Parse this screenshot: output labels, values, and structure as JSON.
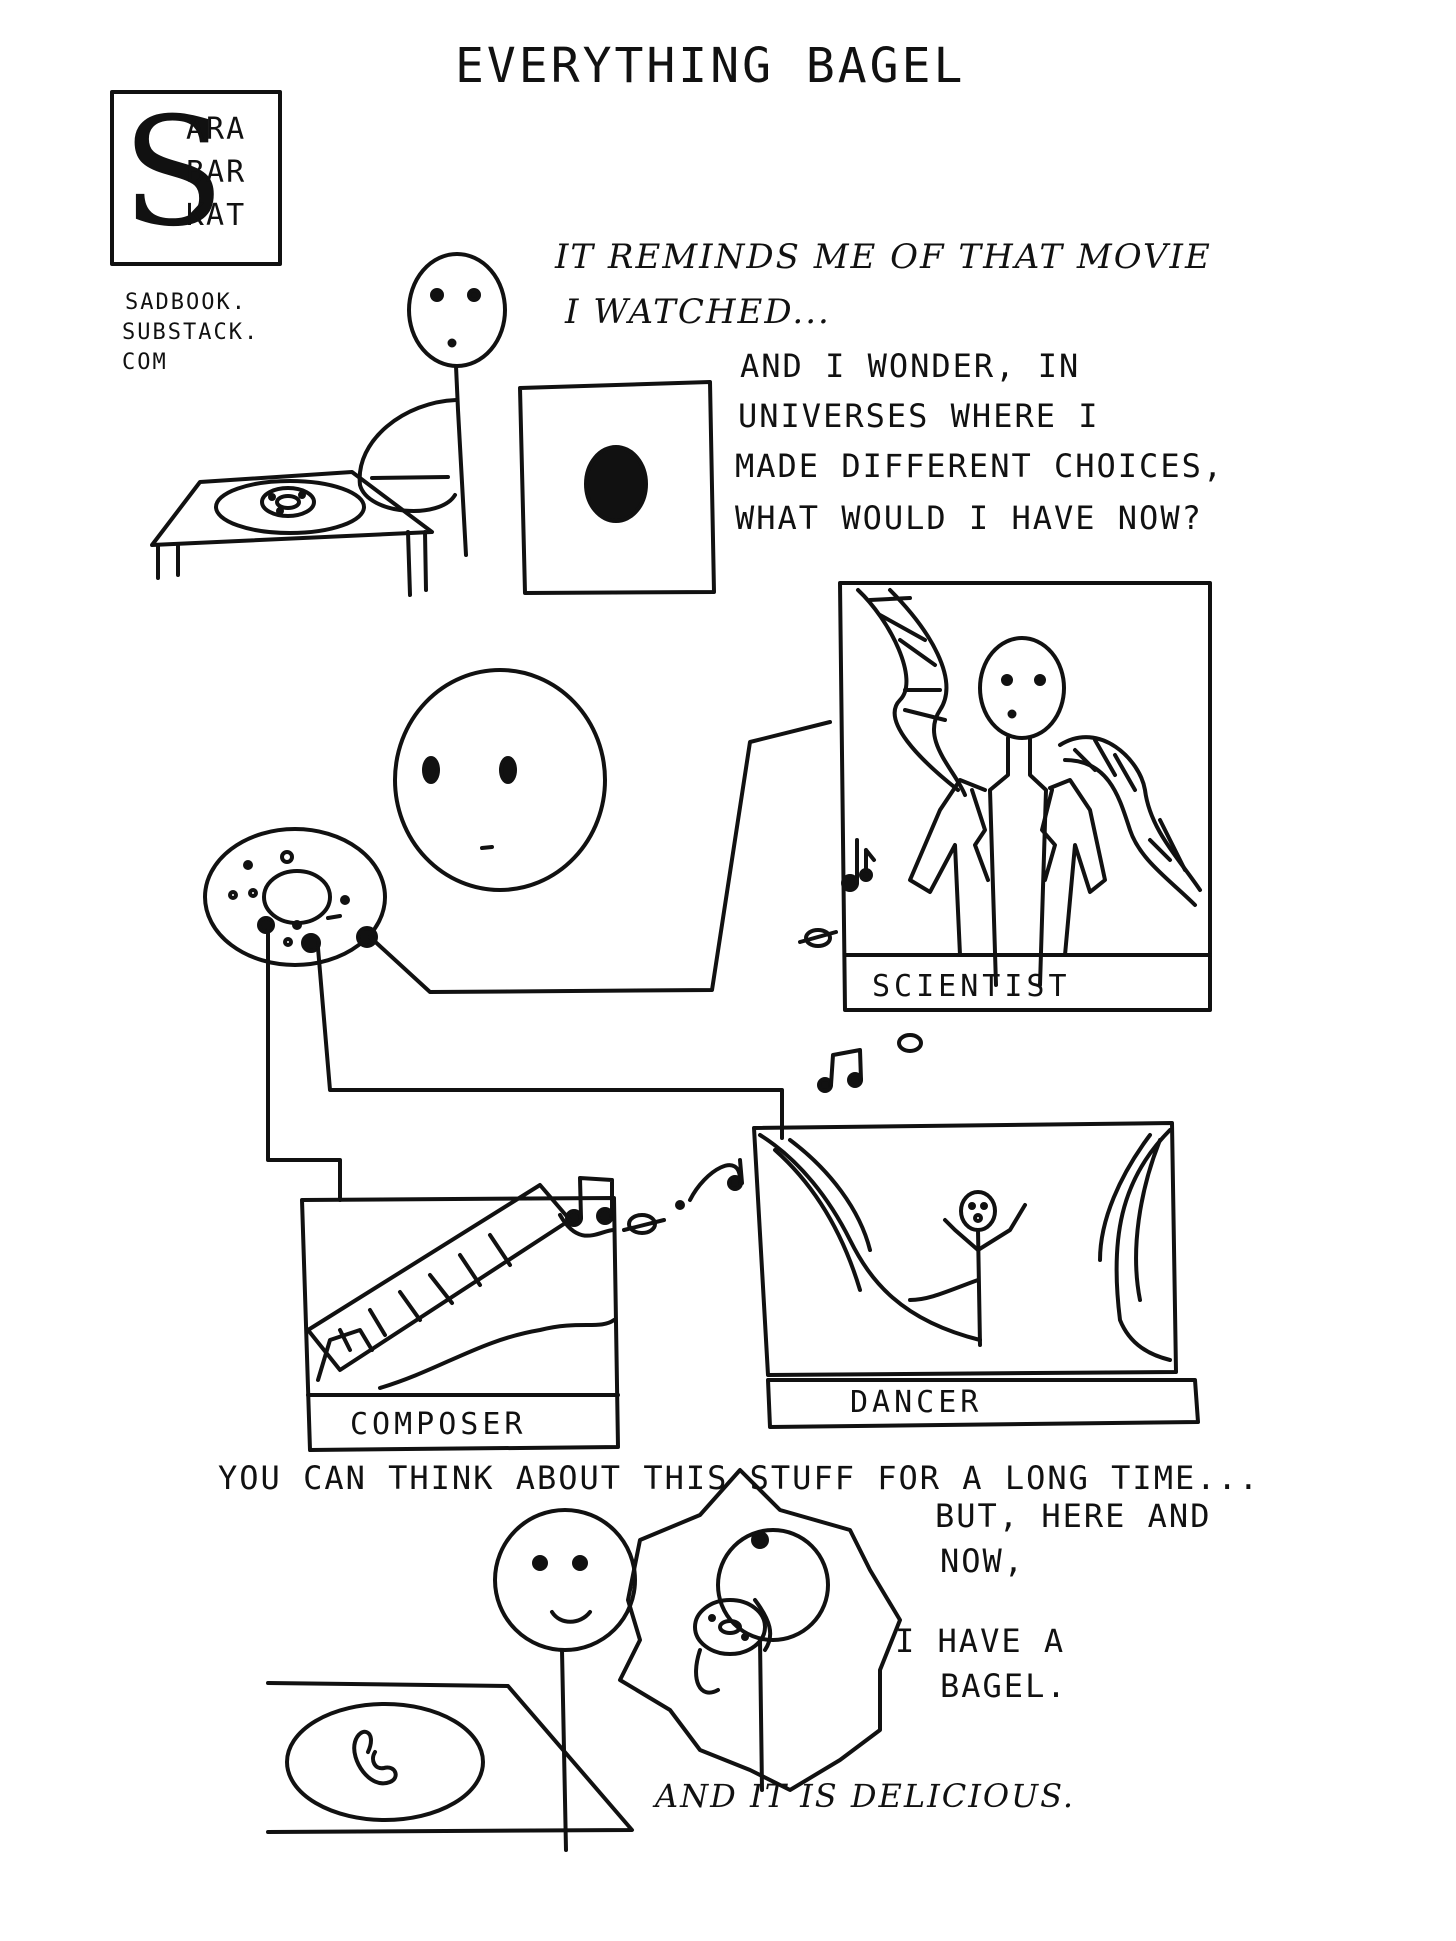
{
  "title": "EVERYTHING BAGEL",
  "logo": {
    "initial": "S",
    "line1": "ARA",
    "line2": "BAR",
    "line3": "KAT"
  },
  "subscribe": {
    "line1": "SADBOOK.",
    "line2": "SUBSTACK.",
    "line3": "COM"
  },
  "panel1": {
    "thought1_line1": "IT REMINDS ME OF THAT MOVIE",
    "thought1_line2": "I WATCHED...",
    "thought2_line1": "AND I WONDER, IN",
    "thought2_line2": "UNIVERSES WHERE I",
    "thought2_line3": "MADE DIFFERENT CHOICES,",
    "thought2_line4": "WHAT WOULD I HAVE NOW?"
  },
  "universes": {
    "scientist": "SCIENTIST",
    "composer": "COMPOSER",
    "dancer": "DANCER"
  },
  "panel3": {
    "line1": "YOU CAN THINK ABOUT THIS STUFF FOR A LONG TIME...",
    "line2": "BUT, HERE AND",
    "line3": "NOW,",
    "line4": "I HAVE A",
    "line5": "BAGEL.",
    "line6": "AND IT IS DELICIOUS."
  }
}
